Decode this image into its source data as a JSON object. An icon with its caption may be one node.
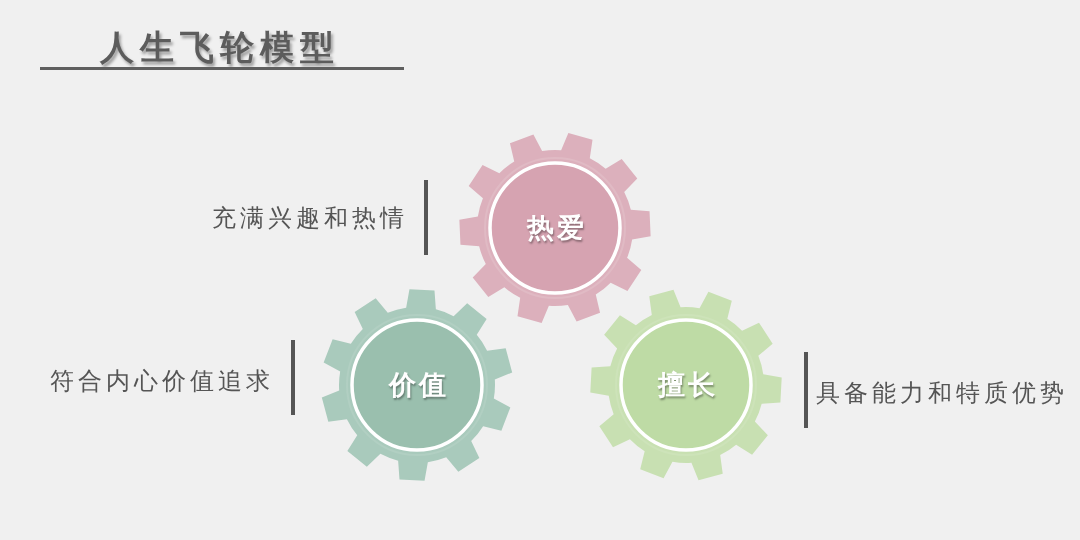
{
  "diagram": {
    "title": "人生飞轮模型",
    "nodes": [
      {
        "text": [
          "热爱"
        ],
        "beside": [
          "充满兴趣和热情"
        ]
      },
      {
        "text": [
          "价值"
        ],
        "beside": [
          "符合内心价值追求"
        ]
      },
      {
        "text": [
          "擅长"
        ],
        "beside": [
          "具备能力和特质优势"
        ]
      }
    ]
  }
}
